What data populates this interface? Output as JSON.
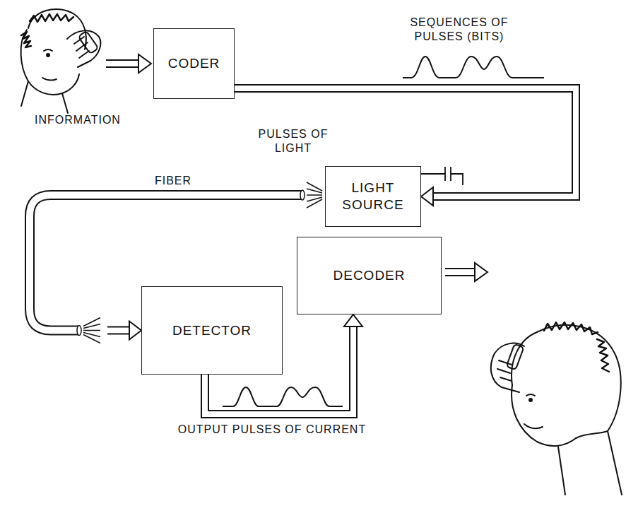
{
  "diagram": {
    "nodes": [
      {
        "text": [
          "CODER"
        ]
      },
      {
        "text": [
          "LIGHT SOURCE"
        ]
      },
      {
        "text": [
          "DETECTOR"
        ]
      },
      {
        "text": [
          "DECODER"
        ]
      }
    ],
    "edges": [
      {
        "from": 0,
        "to": 1,
        "arrow": "to"
      },
      {
        "from": 1,
        "to": 2,
        "arrow": "to"
      },
      {
        "from": 2,
        "to": 3,
        "arrow": "to"
      }
    ],
    "labels": [
      "INFORMATION",
      "SEQUENCES OF PULSES (BITS)",
      "PULSES OF LIGHT",
      "FIBER",
      "OUTPUT PULSES OF CURRENT"
    ]
  }
}
